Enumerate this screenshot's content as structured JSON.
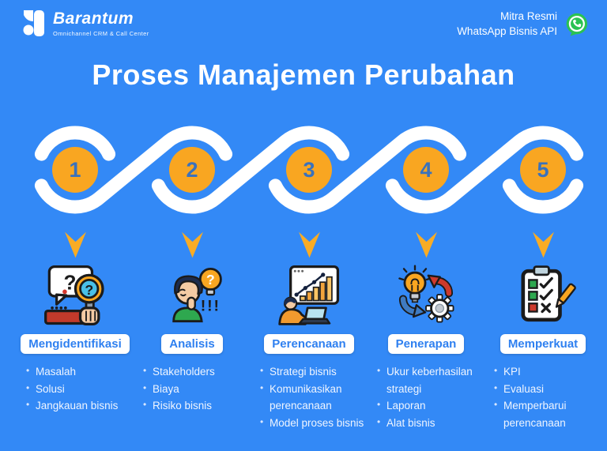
{
  "brand": {
    "name": "Barantum",
    "tagline": "Omnichannel CRM & Call Center",
    "logo": "barantum-b-logo"
  },
  "partner_badge": {
    "line1": "Mitra Resmi",
    "line2": "WhatsApp Bisnis API",
    "icon": "whatsapp-icon"
  },
  "title": "Proses Manajemen Perubahan",
  "colors": {
    "background": "#3389F6",
    "wave": "#FFFFFF",
    "step_circle_orange": "#F9A621",
    "step_number_blue": "#3A72BC",
    "arrow_orange": "#F9AC25",
    "badge_bg": "#FFFFFF",
    "badge_text_blue": "#2F80F0",
    "list_text": "#EFF5FF",
    "whatsapp_green": "#2BC253"
  },
  "steps": [
    {
      "number": "1",
      "label": "Mengidentifikasi",
      "icon": "identification-search-icon",
      "items": [
        "Masalah",
        "Solusi",
        "Jangkauan bisnis"
      ]
    },
    {
      "number": "2",
      "label": "Analisis",
      "icon": "thinking-person-icon",
      "items": [
        "Stakeholders",
        "Biaya",
        "Risiko bisnis"
      ]
    },
    {
      "number": "3",
      "label": "Perencanaan",
      "icon": "planning-chart-icon",
      "items": [
        "Strategi bisnis",
        "Komunikasikan perencanaan",
        "Model proses bisnis"
      ]
    },
    {
      "number": "4",
      "label": "Penerapan",
      "icon": "implementation-bulb-gear-icon",
      "items": [
        "Ukur keberhasilan strategi",
        "Laporan",
        "Alat bisnis"
      ]
    },
    {
      "number": "5",
      "label": "Memperkuat",
      "icon": "reinforce-checklist-icon",
      "items": [
        "KPI",
        "Evaluasi",
        "Memperbarui perencanaan"
      ]
    }
  ]
}
